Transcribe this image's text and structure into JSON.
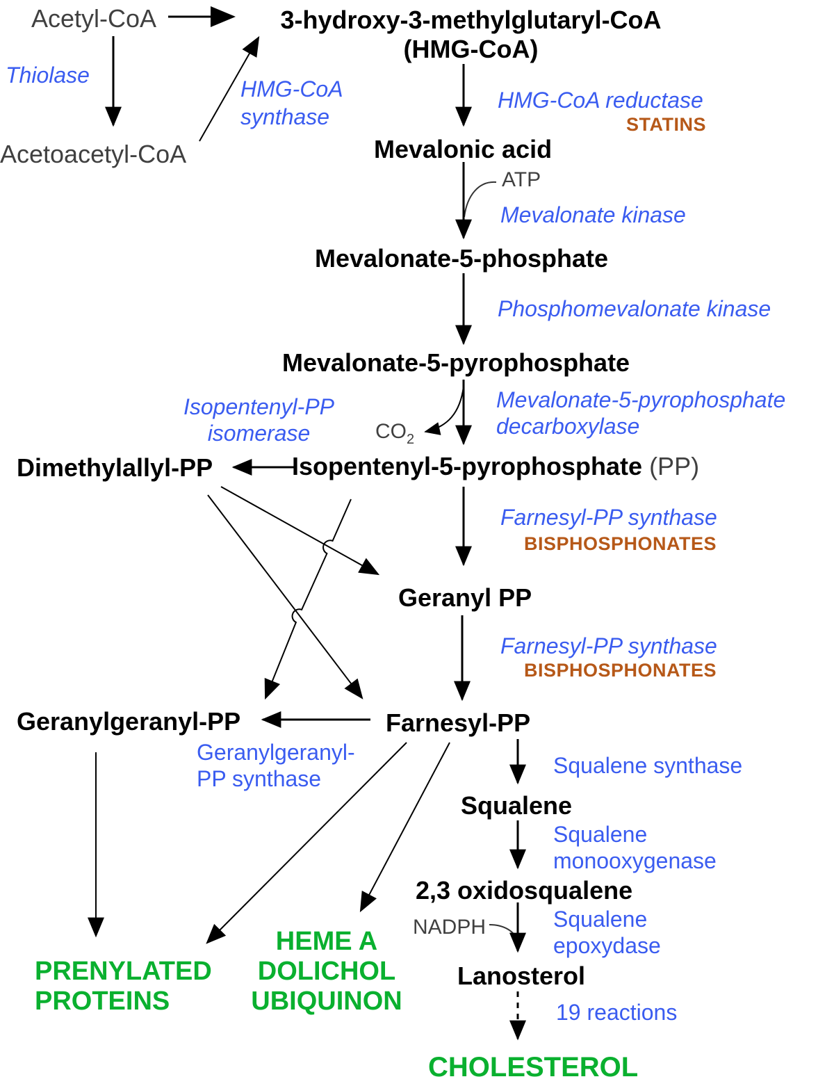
{
  "title": "Mevalonate / cholesterol biosynthesis pathway",
  "colors": {
    "enzyme_blue": "#3a5cf0",
    "drug_orange": "#b65818",
    "product_green": "#0ab02f",
    "metabolite_black": "#000000",
    "substrate_gray": "#404040"
  },
  "labels": {
    "acetyl_coa": "Acetyl-CoA",
    "thiolase": "Thiolase",
    "acetoacetyl_coa": "Acetoacetyl-CoA",
    "hmg_synthase": "HMG-CoA\nsynthase",
    "hmg_coa_block": "3-hydroxy-3-methylglutaryl-CoA\n(HMG-CoA)",
    "hmg_reductase": "HMG-CoA reductase",
    "statins": "STATINS",
    "mevalonic_acid": "Mevalonic acid",
    "atp": "ATP",
    "mevalonate_kinase": "Mevalonate kinase",
    "mevalonate_5_phosphate": "Mevalonate-5-phosphate",
    "phosphomevalonate_kinase": "Phosphomevalonate kinase",
    "mevalonate_5_pyrophosphate": "Mevalonate-5-pyrophosphate",
    "isopentenyl_pp_isomerase": "Isopentenyl-PP\nisomerase",
    "co2_main": "CO",
    "co2_sub": "2",
    "mev5pp_decarboxylase": "Mevalonate-5-pyrophosphate\ndecarboxylase",
    "isopentenyl_5_pyrophosphate": "Isopentenyl-5-pyrophosphate",
    "isopentenyl_pp_suffix": " (PP)",
    "dimethylallyl_pp": "Dimethylallyl-PP",
    "farnesyl_pp_synthase_1": "Farnesyl-PP synthase",
    "bisphosphonates_1": "BISPHOSPHONATES",
    "geranyl_pp": "Geranyl PP",
    "farnesyl_pp_synthase_2": "Farnesyl-PP synthase",
    "bisphosphonates_2": "BISPHOSPHONATES",
    "geranylgeranyl_pp": "Geranylgeranyl-PP",
    "farnesyl_pp": "Farnesyl-PP",
    "geranylgeranyl_pp_synthase": "Geranylgeranyl-\nPP synthase",
    "squalene_synthase": "Squalene synthase",
    "squalene": "Squalene",
    "squalene_monooxygenase": "Squalene\nmonooxygenase",
    "oxidosqualene": "2,3 oxidosqualene",
    "nadph": "NADPH",
    "squalene_epoxydase": "Squalene\nepoxydase",
    "lanosterol": "Lanosterol",
    "nineteen_reactions": "19 reactions",
    "cholesterol": "CHOLESTEROL",
    "prenylated_proteins": "PRENYLATED\nPROTEINS",
    "heme_dolichol_ubiquinon": "HEME A\nDOLICHOL\nUBIQUINON"
  },
  "edges": [
    {
      "from": "Acetyl-CoA",
      "to": "3-hydroxy-3-methylglutaryl-CoA"
    },
    {
      "from": "Acetyl-CoA",
      "to": "Acetoacetyl-CoA",
      "enzyme": "Thiolase"
    },
    {
      "from": "Acetoacetyl-CoA",
      "to": "3-hydroxy-3-methylglutaryl-CoA",
      "enzyme": "HMG-CoA synthase"
    },
    {
      "from": "HMG-CoA",
      "to": "Mevalonic acid",
      "enzyme": "HMG-CoA reductase",
      "inhibitor": "STATINS"
    },
    {
      "from": "Mevalonic acid",
      "to": "Mevalonate-5-phosphate",
      "enzyme": "Mevalonate kinase",
      "cofactor": "ATP"
    },
    {
      "from": "Mevalonate-5-phosphate",
      "to": "Mevalonate-5-pyrophosphate",
      "enzyme": "Phosphomevalonate kinase"
    },
    {
      "from": "Mevalonate-5-pyrophosphate",
      "to": "Isopentenyl-5-pyrophosphate",
      "enzyme": "Mevalonate-5-pyrophosphate decarboxylase",
      "byproduct": "CO2"
    },
    {
      "from": "Isopentenyl-5-pyrophosphate",
      "to": "Dimethylallyl-PP",
      "enzyme": "Isopentenyl-PP isomerase"
    },
    {
      "from": "Isopentenyl-5-pyrophosphate",
      "to": "Geranyl PP",
      "enzyme": "Farnesyl-PP synthase",
      "inhibitor": "BISPHOSPHONATES"
    },
    {
      "from": "Dimethylallyl-PP",
      "to": "Geranyl PP"
    },
    {
      "from": "Dimethylallyl-PP",
      "to": "Farnesyl-PP"
    },
    {
      "from": "Isopentenyl-5-pyrophosphate",
      "to": "Geranylgeranyl-PP"
    },
    {
      "from": "Geranyl PP",
      "to": "Farnesyl-PP",
      "enzyme": "Farnesyl-PP synthase",
      "inhibitor": "BISPHOSPHONATES"
    },
    {
      "from": "Farnesyl-PP",
      "to": "Geranylgeranyl-PP",
      "enzyme": "Geranylgeranyl-PP synthase"
    },
    {
      "from": "Geranylgeranyl-PP",
      "to": "PRENYLATED PROTEINS"
    },
    {
      "from": "Farnesyl-PP",
      "to": "PRENYLATED PROTEINS"
    },
    {
      "from": "Farnesyl-PP",
      "to": "HEME A / DOLICHOL / UBIQUINON"
    },
    {
      "from": "Farnesyl-PP",
      "to": "Squalene",
      "enzyme": "Squalene synthase"
    },
    {
      "from": "Squalene",
      "to": "2,3 oxidosqualene",
      "enzyme": "Squalene monooxygenase"
    },
    {
      "from": "2,3 oxidosqualene",
      "to": "Lanosterol",
      "enzyme": "Squalene epoxydase",
      "cofactor": "NADPH"
    },
    {
      "from": "Lanosterol",
      "to": "CHOLESTEROL",
      "note": "19 reactions"
    }
  ]
}
